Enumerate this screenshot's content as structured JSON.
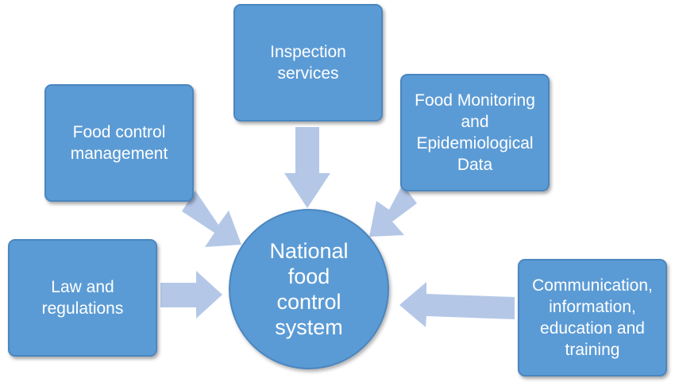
{
  "diagram": {
    "center": {
      "label": "National food control system"
    },
    "nodes": [
      {
        "id": "inspection",
        "label": "Inspection services"
      },
      {
        "id": "management",
        "label": "Food control management"
      },
      {
        "id": "monitoring",
        "label": "Food Monitoring and Epidemiological Data"
      },
      {
        "id": "law",
        "label": "Law and regulations"
      },
      {
        "id": "communication",
        "label": "Communication, information, education and training"
      }
    ]
  },
  "colors": {
    "node_fill": "#5b9bd5",
    "node_border": "#4a86c0",
    "arrow_fill": "#b4c7e7",
    "text": "#ffffff"
  }
}
